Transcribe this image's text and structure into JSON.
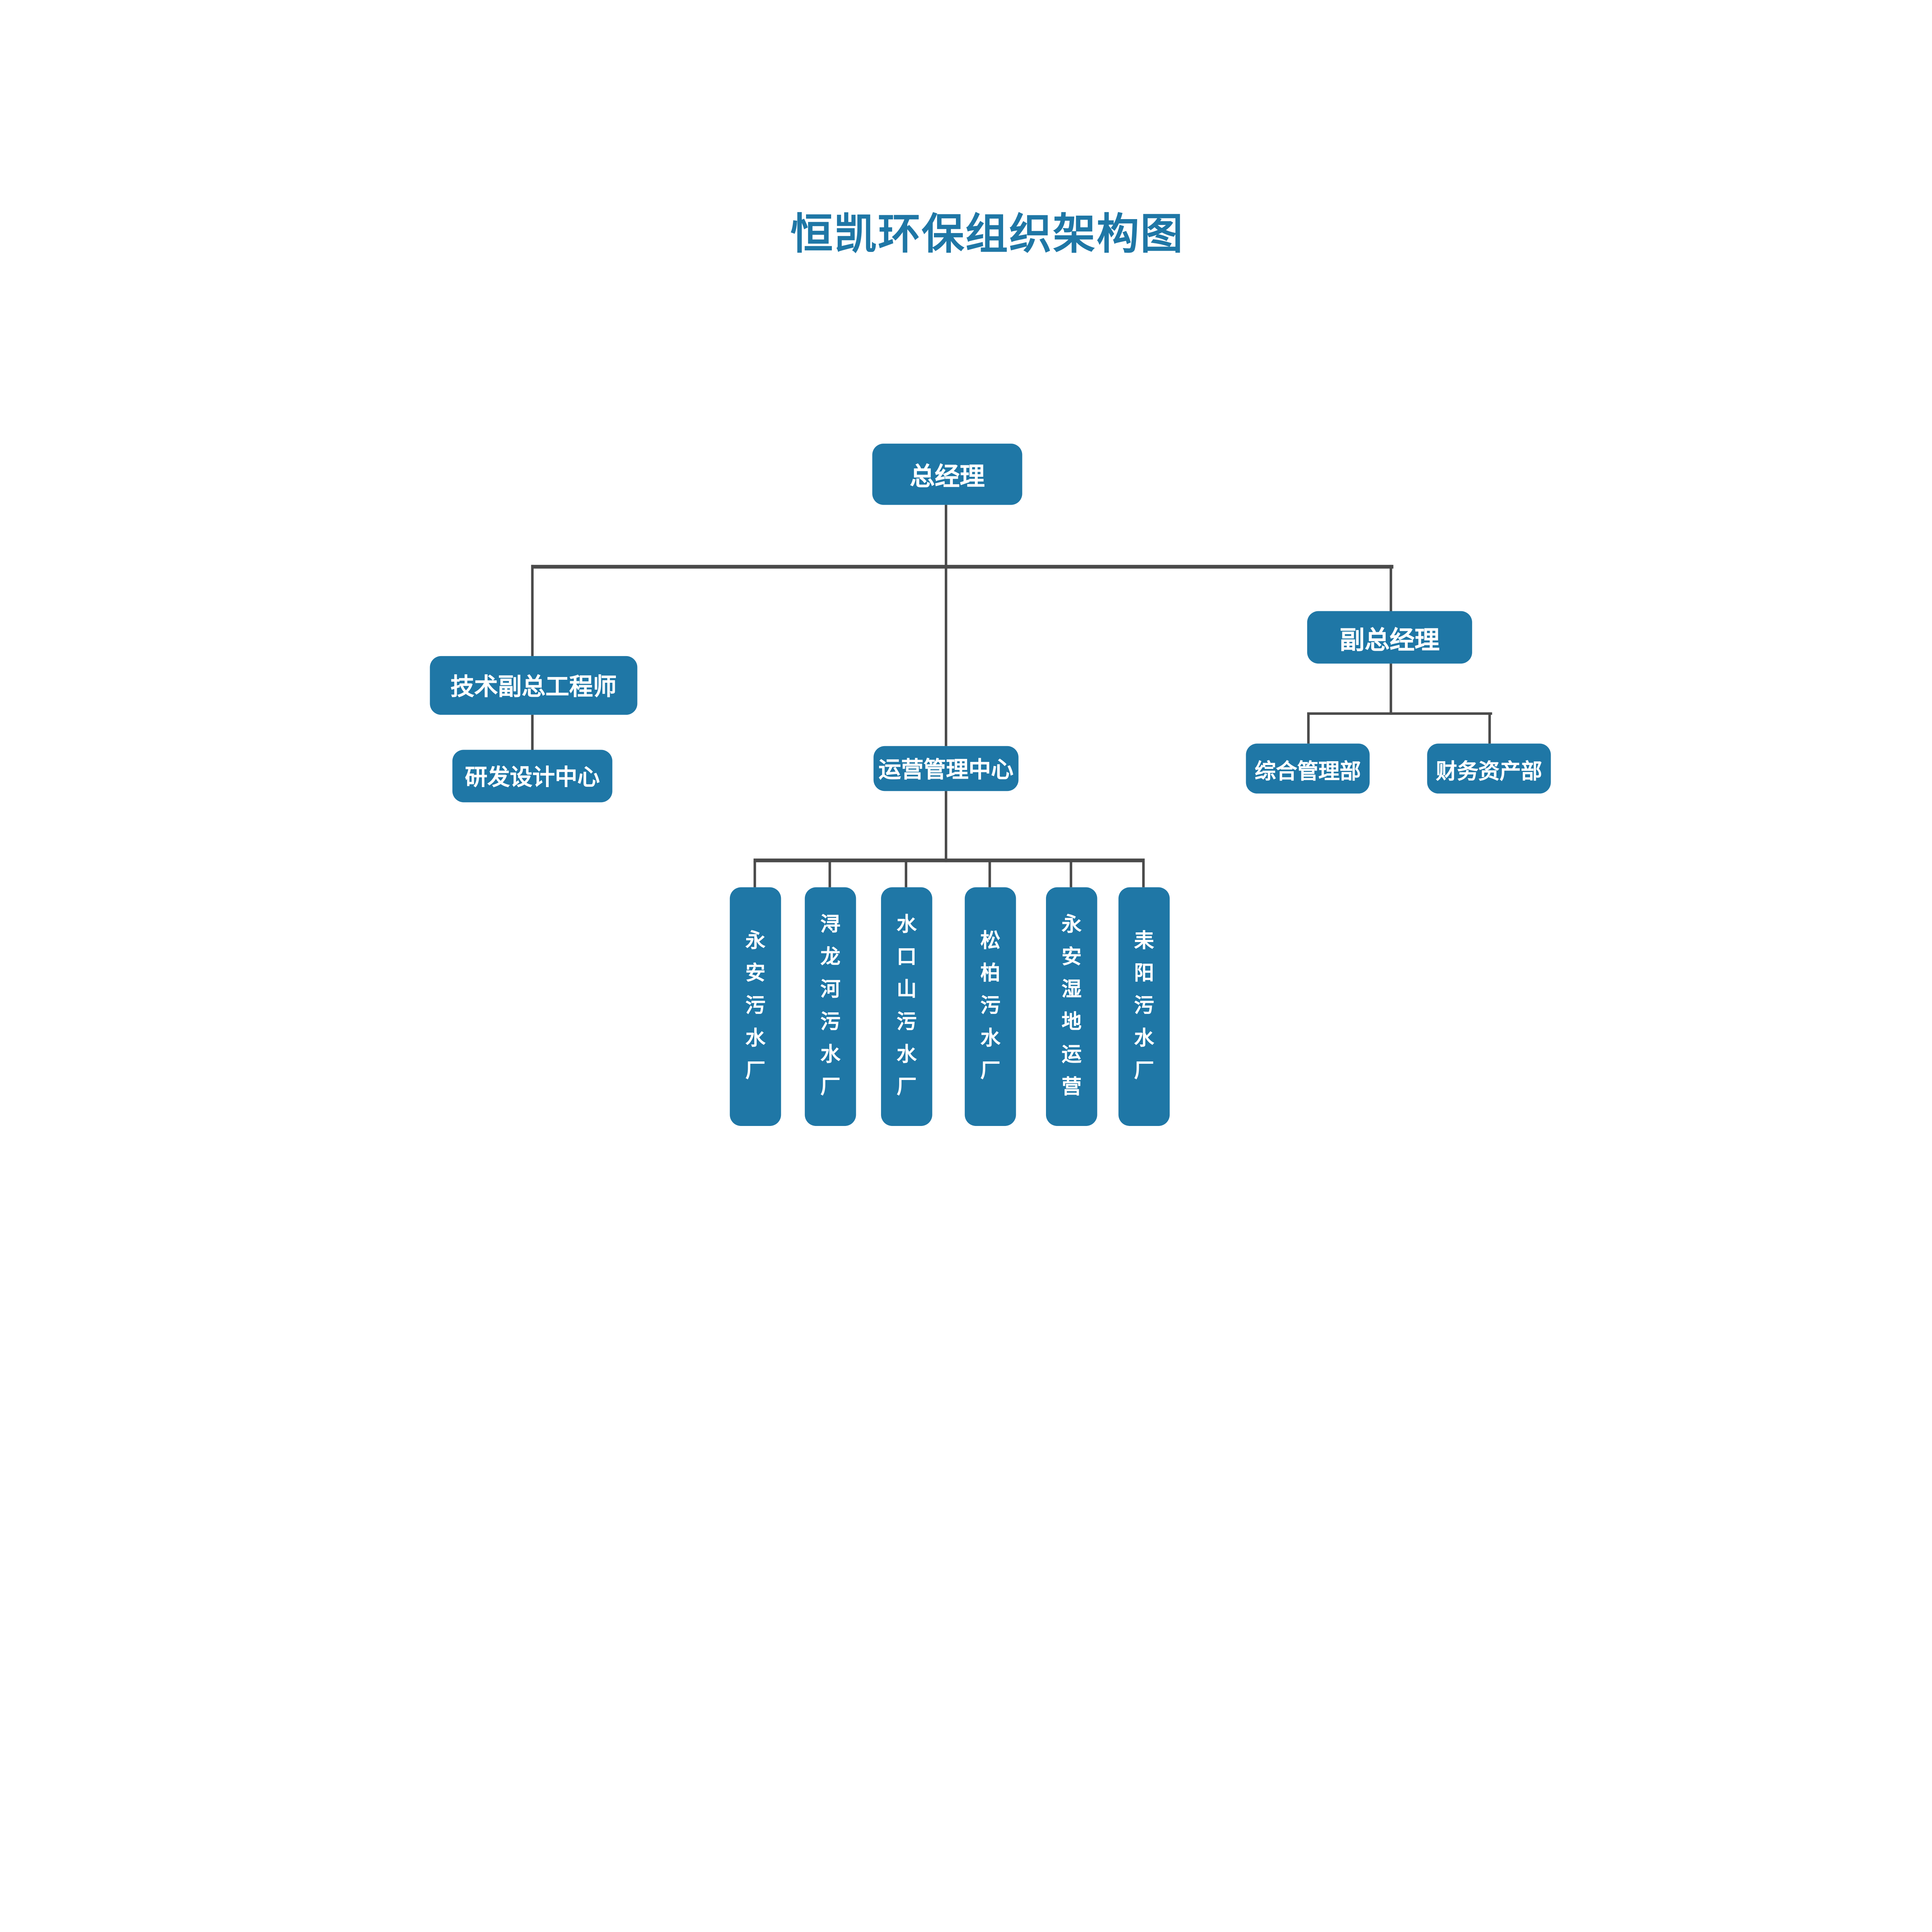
{
  "title": "恒凯环保组织架构图",
  "colors": {
    "accent": "#1F77A6",
    "connector": "#4A4A4A",
    "node_text": "#FFFFFF",
    "background": "#FFFFFF"
  },
  "nodes": {
    "general_manager": {
      "label": "总经理"
    },
    "tech_deputy_chief_engineer": {
      "label": "技术副总工程师"
    },
    "rd_design_center": {
      "label": "研发设计中心"
    },
    "operations_mgmt_center": {
      "label": "运营管理中心"
    },
    "deputy_general_manager": {
      "label": "副总经理"
    },
    "general_admin_dept": {
      "label": "综合管理部"
    },
    "finance_assets_dept": {
      "label": "财务资产部"
    },
    "plants": [
      "永安污水厂",
      "浔龙河污水厂",
      "水口山污水厂",
      "松柏污水厂",
      "永安湿地运营",
      "耒阳污水厂"
    ]
  },
  "edges": [
    [
      "总经理",
      "技术副总工程师"
    ],
    [
      "总经理",
      "运营管理中心"
    ],
    [
      "总经理",
      "副总经理"
    ],
    [
      "技术副总工程师",
      "研发设计中心"
    ],
    [
      "副总经理",
      "综合管理部"
    ],
    [
      "副总经理",
      "财务资产部"
    ],
    [
      "运营管理中心",
      "永安污水厂"
    ],
    [
      "运营管理中心",
      "浔龙河污水厂"
    ],
    [
      "运营管理中心",
      "水口山污水厂"
    ],
    [
      "运营管理中心",
      "松柏污水厂"
    ],
    [
      "运营管理中心",
      "永安湿地运营"
    ],
    [
      "运营管理中心",
      "耒阳污水厂"
    ]
  ]
}
